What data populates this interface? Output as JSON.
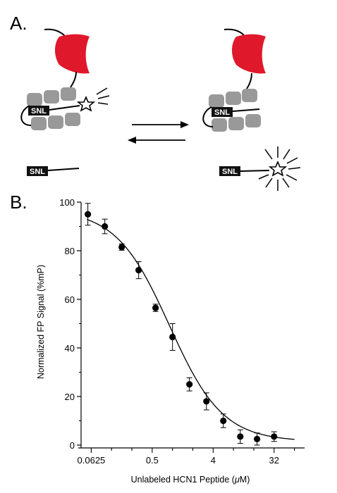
{
  "figure": {
    "panel_a_letter": "A.",
    "panel_b_letter": "B.",
    "peptide_label": "SNL"
  },
  "chart_data": {
    "type": "scatter",
    "xlabel_prefix": "Unlabeled HCN1 Peptide (",
    "xlabel_mu": "μ",
    "xlabel_suffix": "M)",
    "ylabel": "Normalized FP Signal (%mP)",
    "x_scale": "log2",
    "xlim": [
      0.0442,
      90.5
    ],
    "ylim": [
      0,
      100
    ],
    "x_ticks": [
      0.0625,
      0.5,
      4,
      32
    ],
    "x_tick_labels": [
      "0.0625",
      "0.5",
      "4",
      "32"
    ],
    "y_ticks": [
      0,
      20,
      40,
      60,
      80,
      100
    ],
    "y_tick_labels": [
      "0",
      "20",
      "40",
      "60",
      "80",
      "100"
    ],
    "points": [
      {
        "x": 0.0557,
        "y": 95,
        "err": 4.5
      },
      {
        "x": 0.0993,
        "y": 90,
        "err": 3
      },
      {
        "x": 0.177,
        "y": 81.5,
        "err": 1.3
      },
      {
        "x": 0.315,
        "y": 72,
        "err": 3.5
      },
      {
        "x": 0.561,
        "y": 56.5,
        "err": 1.5
      },
      {
        "x": 1.0,
        "y": 44.5,
        "err": 5.5
      },
      {
        "x": 1.78,
        "y": 25,
        "err": 2.7
      },
      {
        "x": 3.18,
        "y": 18,
        "err": 3.5
      },
      {
        "x": 5.66,
        "y": 10,
        "err": 2.8
      },
      {
        "x": 10.1,
        "y": 3.5,
        "err": 2.8
      },
      {
        "x": 17.9,
        "y": 2.5,
        "err": 2.5
      },
      {
        "x": 32.0,
        "y": 3.5,
        "err": 2
      }
    ],
    "fit": {
      "top": 97,
      "bottom": 1.5,
      "ec50": 0.9,
      "hill": 1.1
    }
  }
}
